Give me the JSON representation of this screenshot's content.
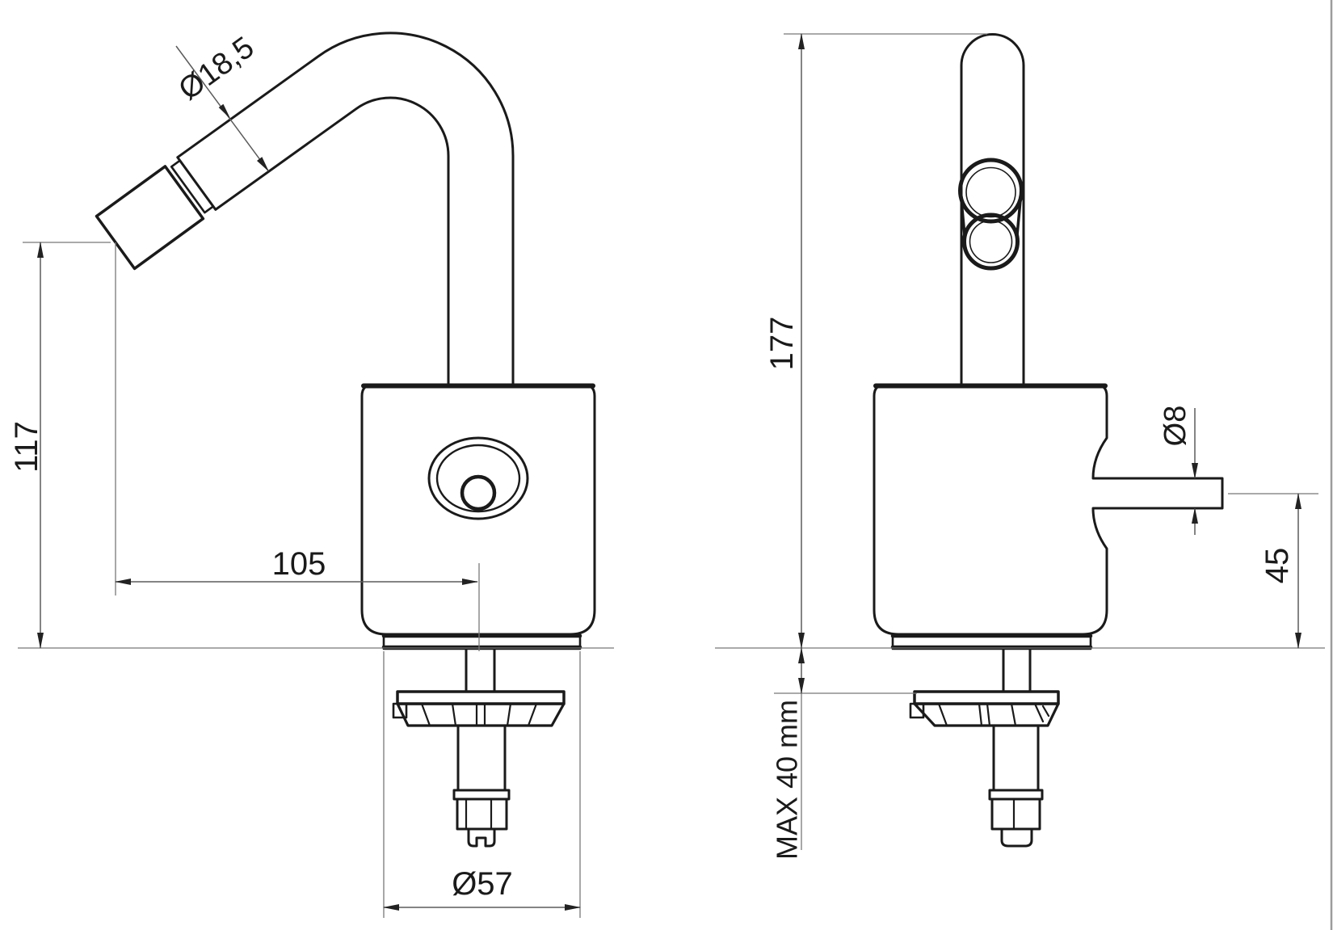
{
  "drawing": {
    "labels": {
      "spout_diameter": "Ø18,5",
      "spout_outlet_height": "117",
      "spout_reach": "105",
      "base_diameter": "Ø57",
      "overall_height": "177",
      "rod_diameter": "Ø8",
      "rod_height": "45",
      "max_counter_thickness": "MAX 40 mm"
    },
    "colors": {
      "outline": "#1a1a1a",
      "dimension_line": "#5b5b5b",
      "extension_line": "#787878",
      "arrow": "#222222",
      "background": "#ffffff",
      "frame_edge": "#9c9c9c"
    }
  }
}
